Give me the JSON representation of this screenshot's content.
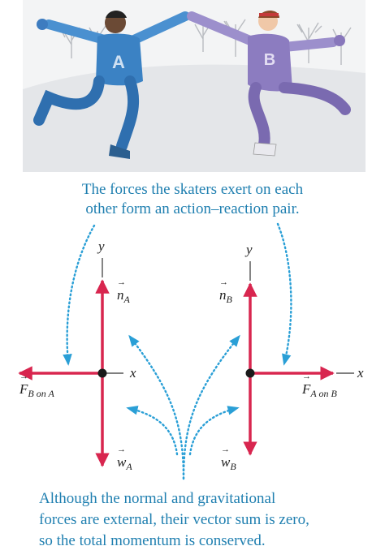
{
  "captions": {
    "top_line1": "The forces the skaters exert on each",
    "top_line2": "other form an action–reaction pair.",
    "bottom_line1": "Although the normal and gravitational",
    "bottom_line2": "forces are external, their vector sum is zero,",
    "bottom_line3": "so the total momentum is conserved."
  },
  "skaters": {
    "a_letter": "A",
    "b_letter": "B"
  },
  "diagram_a": {
    "y_axis": "y",
    "x_axis": "x",
    "normal_symbol": "n",
    "normal_sub": "A",
    "weight_symbol": "w",
    "weight_sub": "A",
    "force_symbol": "F",
    "force_sub": "B on A"
  },
  "diagram_b": {
    "y_axis": "y",
    "x_axis": "x",
    "normal_symbol": "n",
    "normal_sub": "B",
    "weight_symbol": "w",
    "weight_sub": "B",
    "force_symbol": "F",
    "force_sub": "A on B"
  },
  "colors": {
    "force_arrow": "#d8264f",
    "caption_text": "#1f7fb0",
    "dotted_pointer": "#2a9fd6",
    "skater_a_suit": "#3b82c4",
    "skater_b_suit": "#8c7cc0",
    "ice": "#e6e8ea"
  }
}
